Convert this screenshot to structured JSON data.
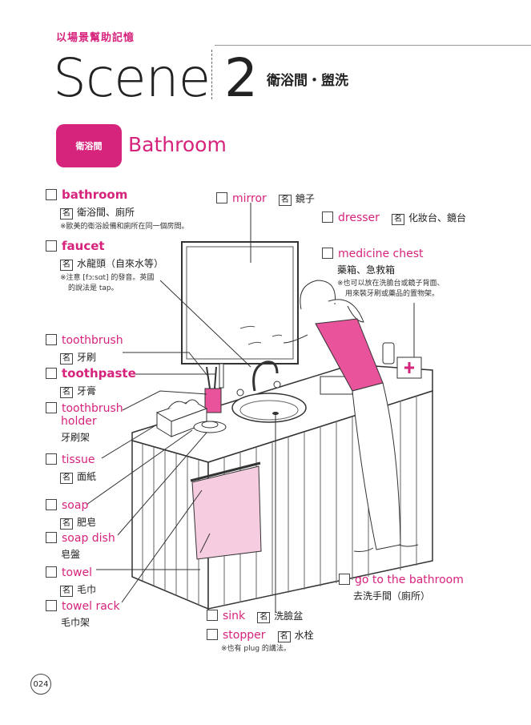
{
  "header": {
    "kicker": "以場景幫助記憶",
    "scene_word": "Scene",
    "scene_number": "2",
    "subtitle": "衛浴間・盥洗"
  },
  "section": {
    "badge": "衛浴間",
    "title": "Bathroom"
  },
  "pos_label": "名",
  "vocab": {
    "bathroom": {
      "term": "bathroom",
      "def": "衛浴間、廁所",
      "note": "※歐美的衛浴設備和廁所在同一個房間。"
    },
    "faucet": {
      "term": "faucet",
      "def": "水龍頭（自來水等）",
      "note1": "※注意 [fɔːsɑt] 的發音。英國",
      "note2": "的說法是 tap。"
    },
    "mirror": {
      "term": "mirror",
      "def": "鏡子"
    },
    "dresser": {
      "term": "dresser",
      "def": "化妝台、鏡台"
    },
    "medicine_chest": {
      "term": "medicine chest",
      "def": "藥箱、急救箱",
      "note1": "※也可以放在洗臉台或鏡子背面、",
      "note2": "用來裝牙刷或藥品的置物架。"
    },
    "toothbrush": {
      "term": "toothbrush",
      "def": "牙刷"
    },
    "toothpaste": {
      "term": "toothpaste",
      "def": "牙膏"
    },
    "toothbrush_holder": {
      "term1": "toothbrush",
      "term2": "holder",
      "def": "牙刷架"
    },
    "tissue": {
      "term": "tissue",
      "def": "面紙"
    },
    "soap": {
      "term": "soap",
      "def": "肥皂"
    },
    "soap_dish": {
      "term": "soap dish",
      "def": "皂盤"
    },
    "towel": {
      "term": "towel",
      "def": "毛巾"
    },
    "towel_rack": {
      "term": "towel rack",
      "def": "毛巾架"
    },
    "sink": {
      "term": "sink",
      "def": "洗臉盆"
    },
    "stopper": {
      "term": "stopper",
      "def": "水栓",
      "note": "※也有 plug 的講法。"
    },
    "go_to_bathroom": {
      "term": "go to the bathroom",
      "def": "去洗手間（廁所）"
    }
  },
  "page_number": "024",
  "colors": {
    "accent": "#d6237c",
    "towel": "#f6cde0"
  }
}
